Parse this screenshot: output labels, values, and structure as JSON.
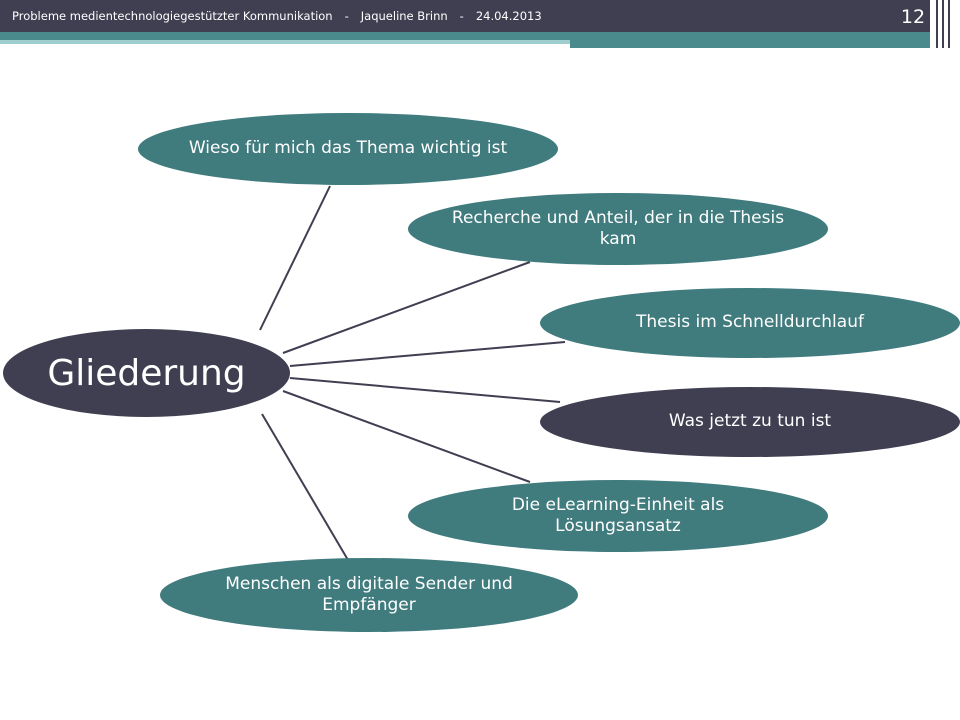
{
  "header": {
    "title": "Probleme medientechnologiegestützter Kommunikation",
    "separator": "-",
    "author": "Jaqueline Brinn",
    "date": "24.04.2013",
    "slide_number": "12"
  },
  "diagram": {
    "center": "Gliederung",
    "nodes": [
      {
        "label": "Wieso für mich das Thema wichtig ist"
      },
      {
        "label": "Recherche und Anteil, der in die Thesis kam"
      },
      {
        "label": "Thesis im Schnelldurchlauf"
      },
      {
        "label": "Was jetzt zu tun ist"
      },
      {
        "label": "Die eLearning-Einheit als Lösungsansatz"
      },
      {
        "label": "Menschen als digitale Sender und Empfänger"
      }
    ]
  },
  "colors": {
    "dark": "#3f3f51",
    "teal": "#407b7e",
    "teal_light": "#9ecdcd"
  }
}
